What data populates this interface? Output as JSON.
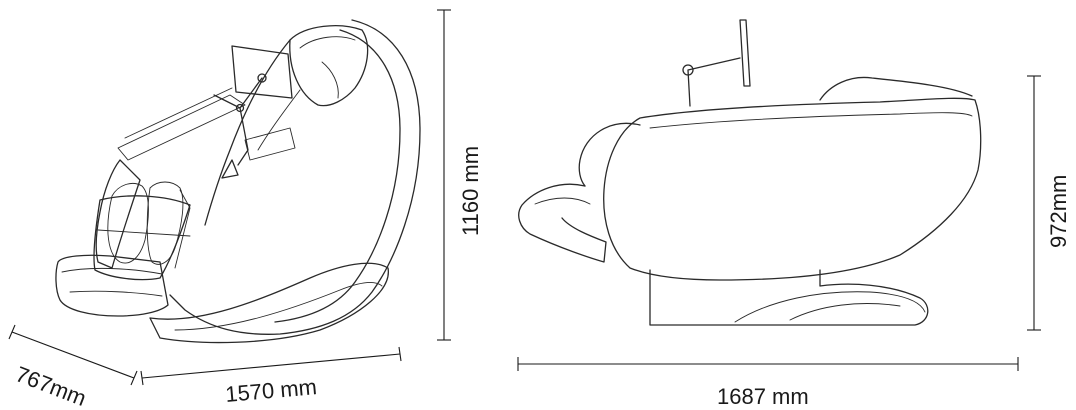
{
  "dimensions": {
    "front_height": "1160 mm",
    "front_width": "1570 mm",
    "front_depth": "767mm",
    "side_height": "972mm",
    "side_length": "1687 mm"
  }
}
